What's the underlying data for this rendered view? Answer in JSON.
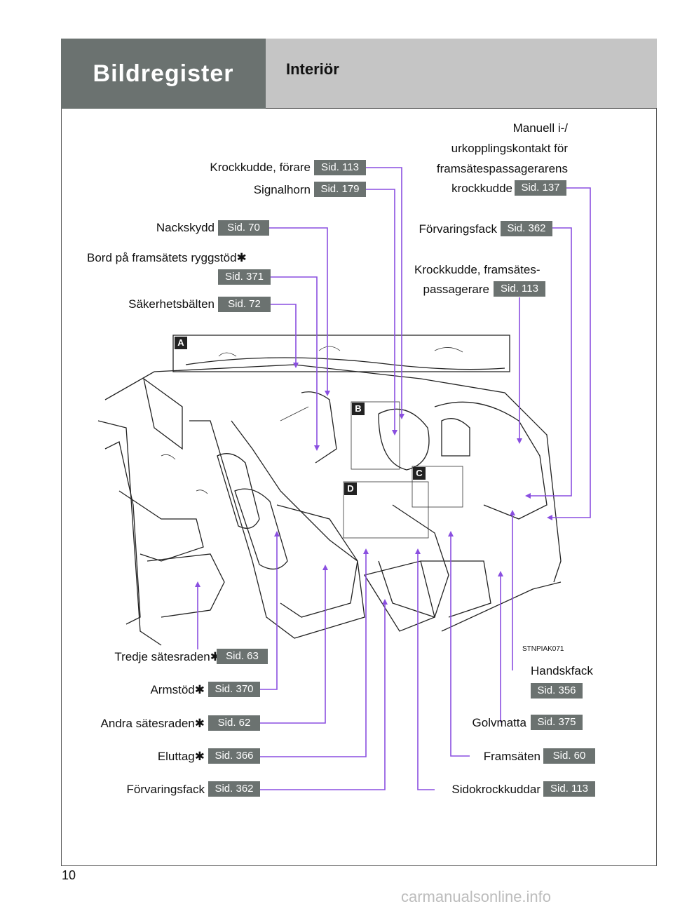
{
  "header": {
    "section": "Bildregister",
    "title": "Interiör"
  },
  "labels": {
    "airbag_driver": "Krockkudde, förare",
    "horn": "Signalhorn",
    "headrest": "Nackskydd",
    "tray": "Bord på framsätets ryggstöd",
    "seatbelts": "Säkerhetsbälten",
    "switch_l1": "Manuell i-/",
    "switch_l2": "urkopplingskontakt för",
    "switch_l3": "framsätespassagerarens",
    "switch_l4": "krockkudde",
    "storage_top": "Förvaringsfack",
    "airbag_pass_l1": "Krockkudde, framsätes-",
    "airbag_pass_l2": "passagerare",
    "third_row": "Tredje sätesraden",
    "armrest": "Armstöd",
    "second_row": "Andra sätesraden",
    "outlet": "Eluttag",
    "storage_bottom": "Förvaringsfack",
    "glovebox": "Handskfack",
    "floormat": "Golvmatta",
    "front_seats": "Framsäten",
    "side_airbags": "Sidokrockkuddar",
    "asterisk": "✱"
  },
  "refs": {
    "airbag_driver": "Sid. 113",
    "horn": "Sid. 179",
    "headrest": "Sid. 70",
    "tray": "Sid. 371",
    "seatbelts": "Sid. 72",
    "switch": "Sid. 137",
    "storage_top": "Sid. 362",
    "airbag_pass": "Sid. 113",
    "third_row": "Sid. 63",
    "armrest": "Sid. 370",
    "second_row": "Sid. 62",
    "outlet": "Sid. 366",
    "storage_bottom": "Sid. 362",
    "glovebox": "Sid. 356",
    "floormat": "Sid. 375",
    "front_seats": "Sid. 60",
    "side_airbags": "Sid. 113"
  },
  "figure": {
    "code": "STNPIAK071",
    "tags": [
      "A",
      "B",
      "C",
      "D"
    ]
  },
  "page_number": "10",
  "watermark": "carmanualsonline.info",
  "colors": {
    "header_dark": "#6b7270",
    "header_light": "#c5c5c5",
    "leader": "#8a4fe0"
  }
}
